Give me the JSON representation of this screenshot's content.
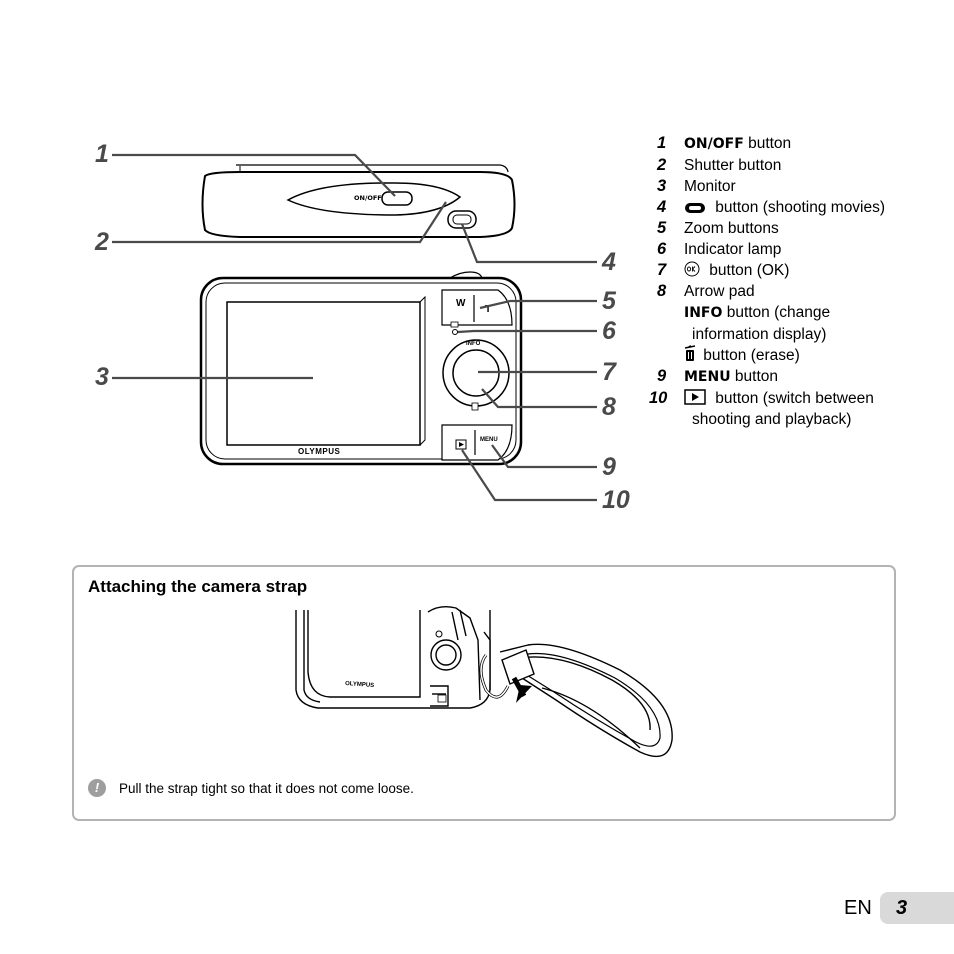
{
  "diagram": {
    "top_view": {
      "power_label": "ON/OFF"
    },
    "back_view": {
      "zoom_w": "W",
      "zoom_t": "T",
      "info_label": "INFO",
      "menu_label": "MENU",
      "brand": "OLYMPUS"
    },
    "callouts": [
      "1",
      "2",
      "3",
      "4",
      "5",
      "6",
      "7",
      "8",
      "9",
      "10"
    ]
  },
  "legend": [
    {
      "num": "1",
      "keyword": "ON/OFF",
      "text": " button"
    },
    {
      "num": "2",
      "text": "Shutter button"
    },
    {
      "num": "3",
      "text": "Monitor"
    },
    {
      "num": "4",
      "icon": "movie-record-icon",
      "text": " button (shooting movies)"
    },
    {
      "num": "5",
      "text": "Zoom buttons"
    },
    {
      "num": "6",
      "text": "Indicator lamp"
    },
    {
      "num": "7",
      "icon": "ok-button-icon",
      "text": " button (OK)"
    },
    {
      "num": "8",
      "text": "Arrow pad"
    },
    {
      "sub": true,
      "keyword": "INFO",
      "text": " button (change"
    },
    {
      "sub": true,
      "text": "information display)"
    },
    {
      "sub": true,
      "icon": "trash-icon",
      "text": " button (erase)"
    },
    {
      "num": "9",
      "keyword": "MENU",
      "text": " button"
    },
    {
      "num": "10",
      "icon": "playback-icon",
      "text": " button (switch between"
    },
    {
      "sub": true,
      "text": "shooting and playback)"
    }
  ],
  "strap_box": {
    "title": "Attaching the camera strap",
    "note": "Pull the strap tight so that it does not come loose.",
    "illustration_brand": "OLYMPUS"
  },
  "footer": {
    "language": "EN",
    "page_number": "3"
  },
  "colors": {
    "callout": "#4a4a4a",
    "box_border": "#b3b3b3",
    "page_tab": "#d9d9d9"
  }
}
